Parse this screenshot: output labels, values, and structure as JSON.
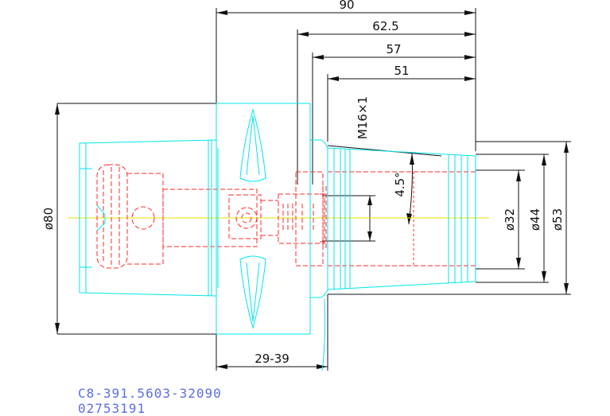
{
  "colors": {
    "outline": "#00e5ee",
    "hidden": "#ff2a2a",
    "centerline": "#e8e000",
    "dimension": "#111111",
    "code_text": "#5b6ee0"
  },
  "dimensions": {
    "length_total": "90",
    "length_62_5": "62.5",
    "length_57": "57",
    "length_51": "51",
    "thread": "M16×1",
    "taper_angle": "4.5°",
    "diameter_80": "ø80",
    "diameter_32": "ø32",
    "diameter_44": "ø44",
    "diameter_53": "ø53",
    "range_29_39": "29-39"
  },
  "part_code": {
    "line1": "C8-391.5603-32090",
    "line2": "02753191"
  }
}
